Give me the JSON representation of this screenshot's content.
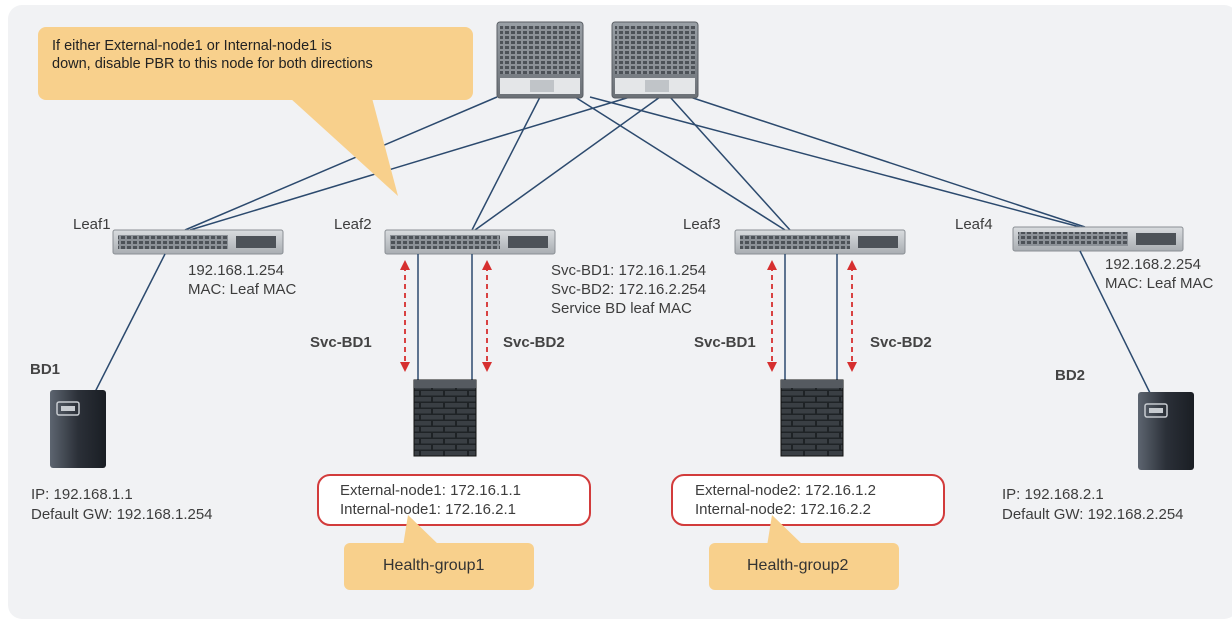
{
  "callout": {
    "line1": "If either External-node1 or Internal-node1 is",
    "line2": "down, disable PBR to this node for both directions"
  },
  "leafs": [
    {
      "name": "Leaf1"
    },
    {
      "name": "Leaf2"
    },
    {
      "name": "Leaf3"
    },
    {
      "name": "Leaf4"
    }
  ],
  "leaf1_info": {
    "ip": "192.168.1.254",
    "mac": "MAC: Leaf MAC"
  },
  "leaf4_info": {
    "ip": "192.168.2.254",
    "mac": "MAC: Leaf MAC"
  },
  "service_info": {
    "line1": "Svc-BD1: 172.16.1.254",
    "line2": "Svc-BD2: 172.16.2.254",
    "line3": "Service BD leaf MAC"
  },
  "svc_labels": {
    "bd1": "Svc-BD1",
    "bd2": "Svc-BD2"
  },
  "bd_labels": {
    "bd1": "BD1",
    "bd2": "BD2"
  },
  "server1": {
    "ip": "IP: 192.168.1.1",
    "gw": "Default GW: 192.168.1.254"
  },
  "server2": {
    "ip": "IP: 192.168.2.1",
    "gw": "Default GW: 192.168.2.254"
  },
  "group1": {
    "ext": "External-node1: 172.16.1.1",
    "int": "Internal-node1: 172.16.2.1",
    "label": "Health-group1"
  },
  "group2": {
    "ext": "External-node2: 172.16.1.2",
    "int": "Internal-node2: 172.16.2.2",
    "label": "Health-group2"
  },
  "colors": {
    "callout": "#f8d08c",
    "group_border": "#d23b3b",
    "arrow": "#d62f2f",
    "link": "#2c4a6e"
  }
}
